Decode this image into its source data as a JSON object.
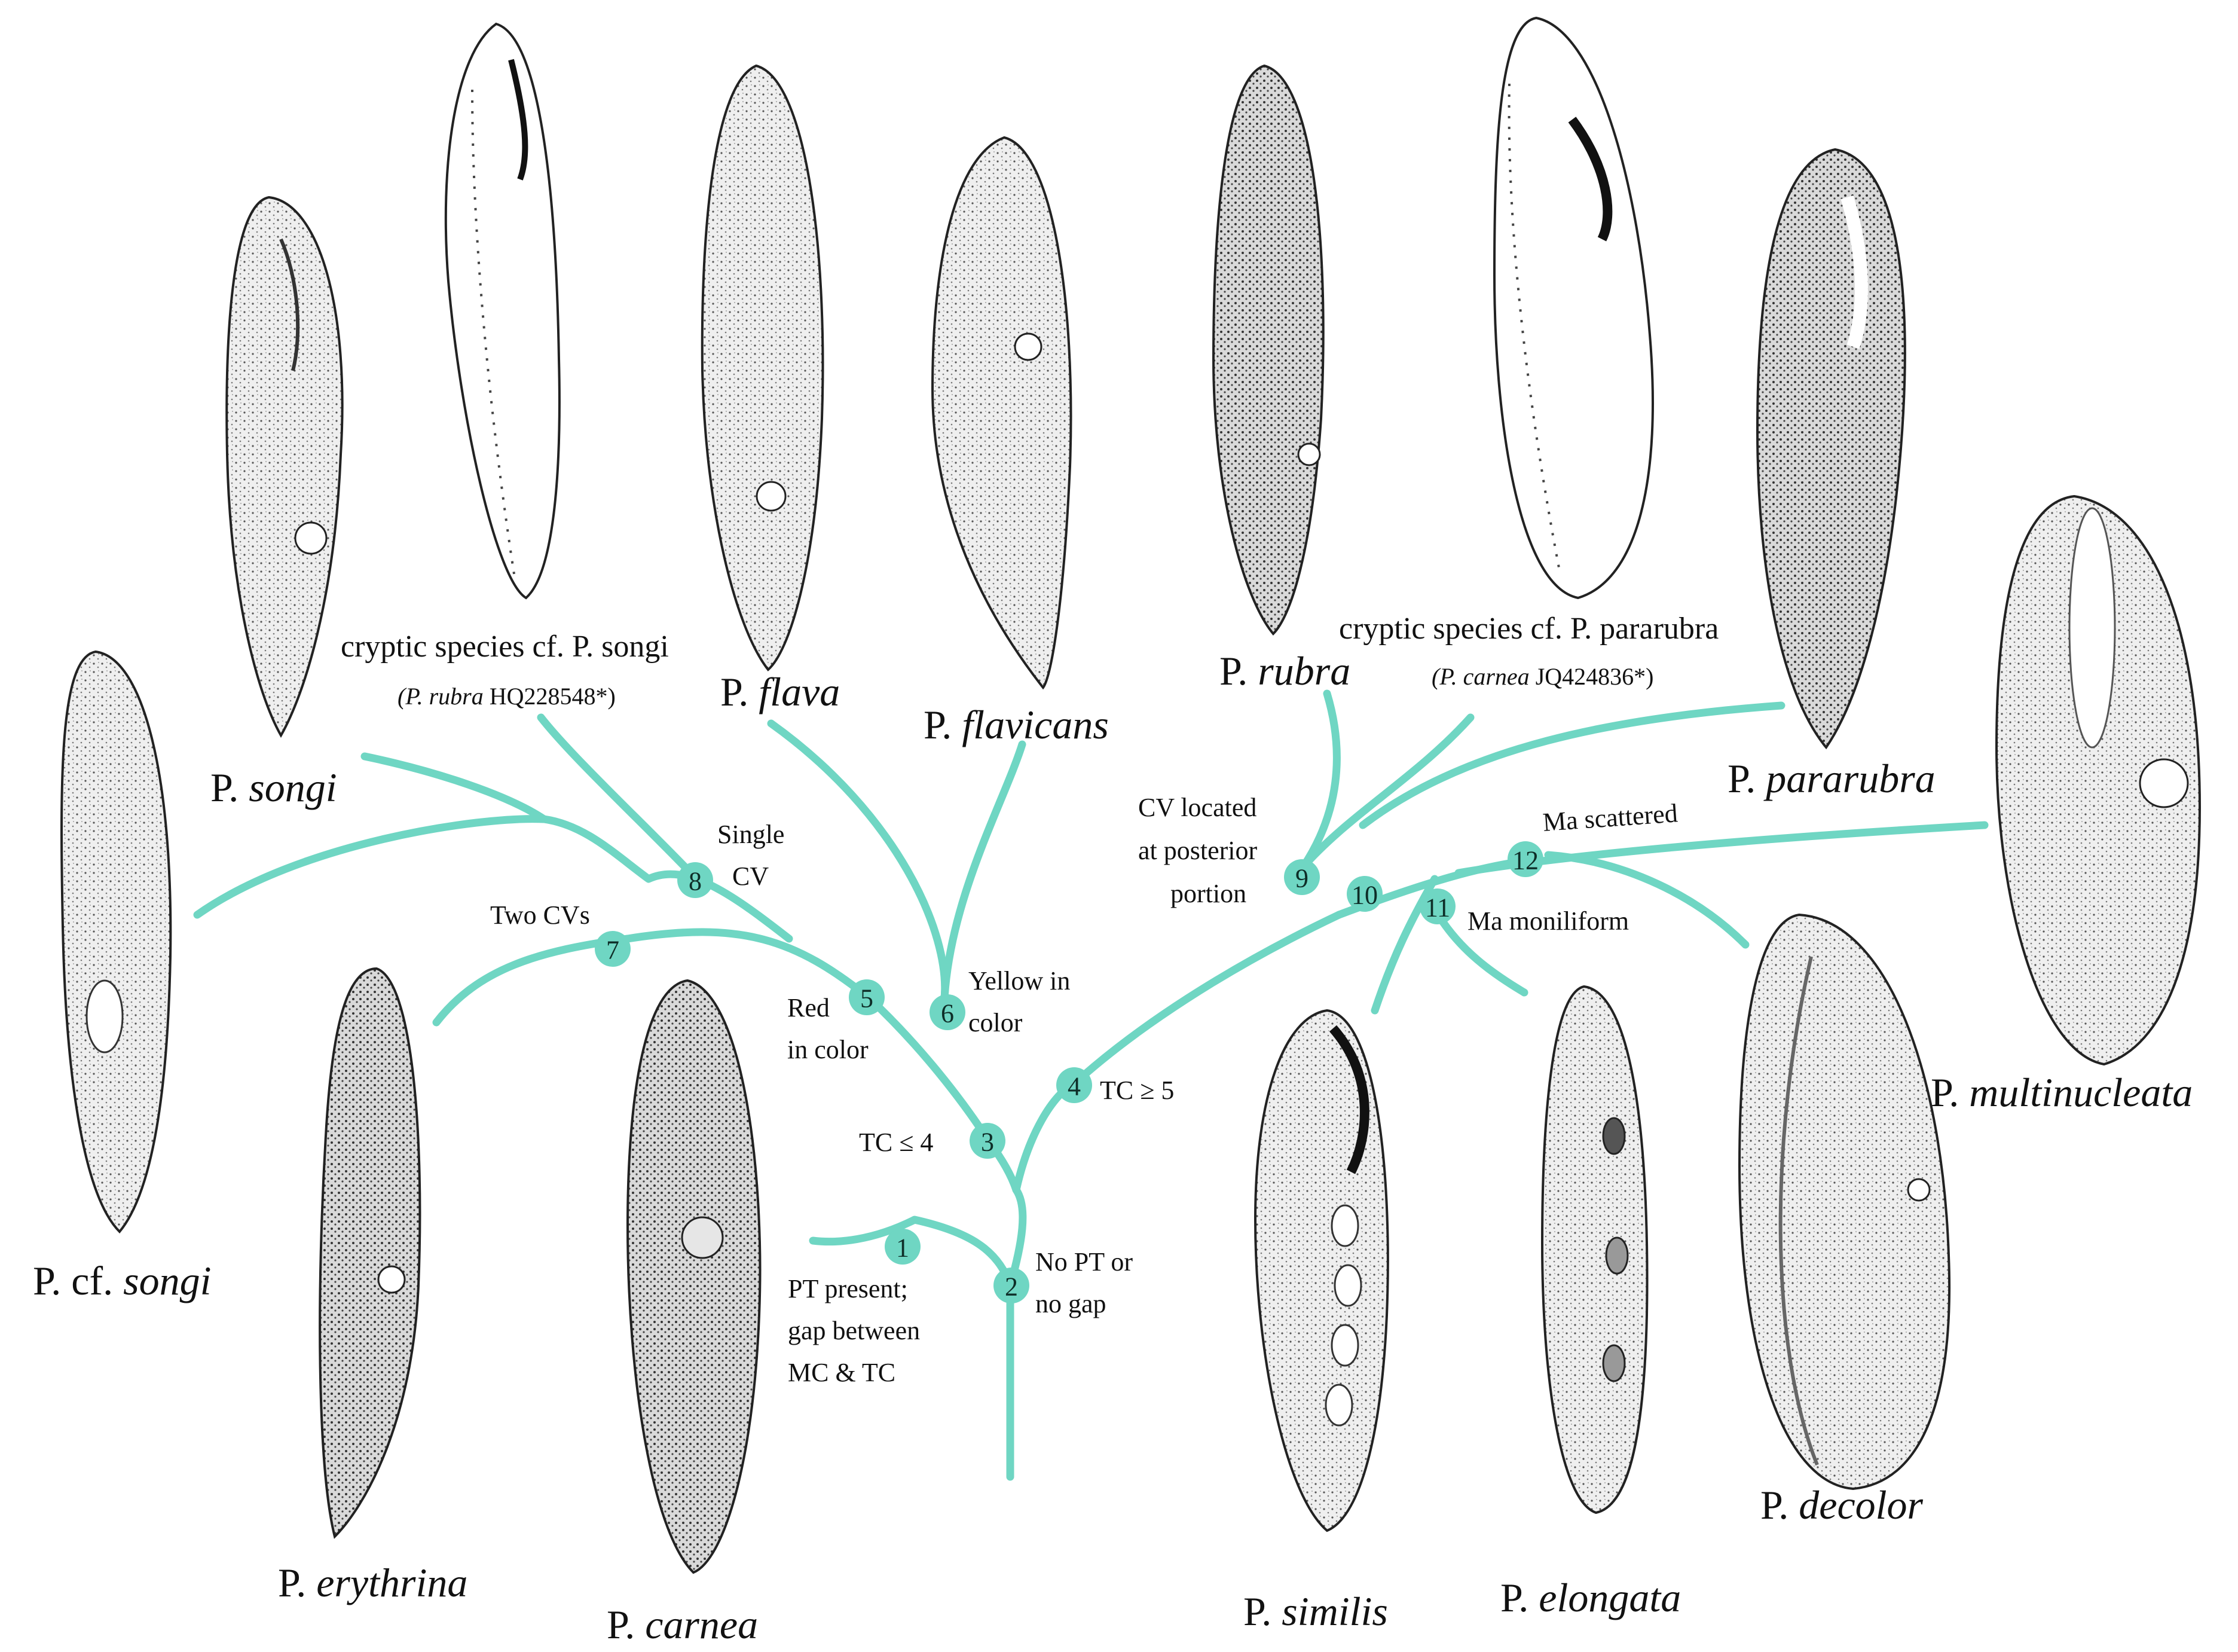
{
  "colors": {
    "branch": "#6fd6c3",
    "node_fill": "#6fd6c3",
    "text": "#111111"
  },
  "nodes": [
    {
      "id": "1",
      "label": "1"
    },
    {
      "id": "2",
      "label": "2"
    },
    {
      "id": "3",
      "label": "3"
    },
    {
      "id": "4",
      "label": "4"
    },
    {
      "id": "5",
      "label": "5"
    },
    {
      "id": "6",
      "label": "6"
    },
    {
      "id": "7",
      "label": "7"
    },
    {
      "id": "8",
      "label": "8"
    },
    {
      "id": "9",
      "label": "9"
    },
    {
      "id": "10",
      "label": "10"
    },
    {
      "id": "11",
      "label": "11"
    },
    {
      "id": "12",
      "label": "12"
    }
  ],
  "characters": {
    "node1": [
      "PT present;",
      "gap between",
      "MC & TC"
    ],
    "node2": [
      "No PT or",
      "no gap"
    ],
    "node3": "TC ≤ 4",
    "node4": "TC ≥ 5",
    "node5": [
      "Red",
      "in color"
    ],
    "node6": [
      "Yellow in",
      "color"
    ],
    "node7": "Two CVs",
    "node8": [
      "Single",
      "CV"
    ],
    "node9": [
      "CV located",
      "at posterior",
      "portion"
    ],
    "node11": "Ma moniliform",
    "node12": "Ma scattered"
  },
  "species": {
    "songi": {
      "genus": "P.",
      "epithet": "songi"
    },
    "cf_songi": {
      "genus": "P.",
      "cf": "cf.",
      "epithet": "songi"
    },
    "cryptic_songi": {
      "prefix": "cryptic species cf.",
      "genus": "P.",
      "epithet": "songi",
      "note_genus": "(P.",
      "note_epithet": "rubra",
      "note_acc": "HQ228548*)"
    },
    "flava": {
      "genus": "P.",
      "epithet": "flava"
    },
    "flavicans": {
      "genus": "P.",
      "epithet": "flavicans"
    },
    "erythrina": {
      "genus": "P.",
      "epithet": "erythrina"
    },
    "carnea": {
      "genus": "P.",
      "epithet": "carnea"
    },
    "rubra": {
      "genus": "P.",
      "epithet": "rubra"
    },
    "cryptic_pararubra": {
      "prefix": "cryptic species cf.",
      "genus": "P.",
      "epithet": "pararubra",
      "note_genus": "(P.",
      "note_epithet": "carnea",
      "note_acc": "JQ424836*)"
    },
    "pararubra": {
      "genus": "P.",
      "epithet": "pararubra"
    },
    "multinucleata": {
      "genus": "P.",
      "epithet": "multinucleata"
    },
    "similis": {
      "genus": "P.",
      "epithet": "similis"
    },
    "elongata": {
      "genus": "P.",
      "epithet": "elongata"
    },
    "decolor": {
      "genus": "P.",
      "epithet": "decolor"
    }
  }
}
